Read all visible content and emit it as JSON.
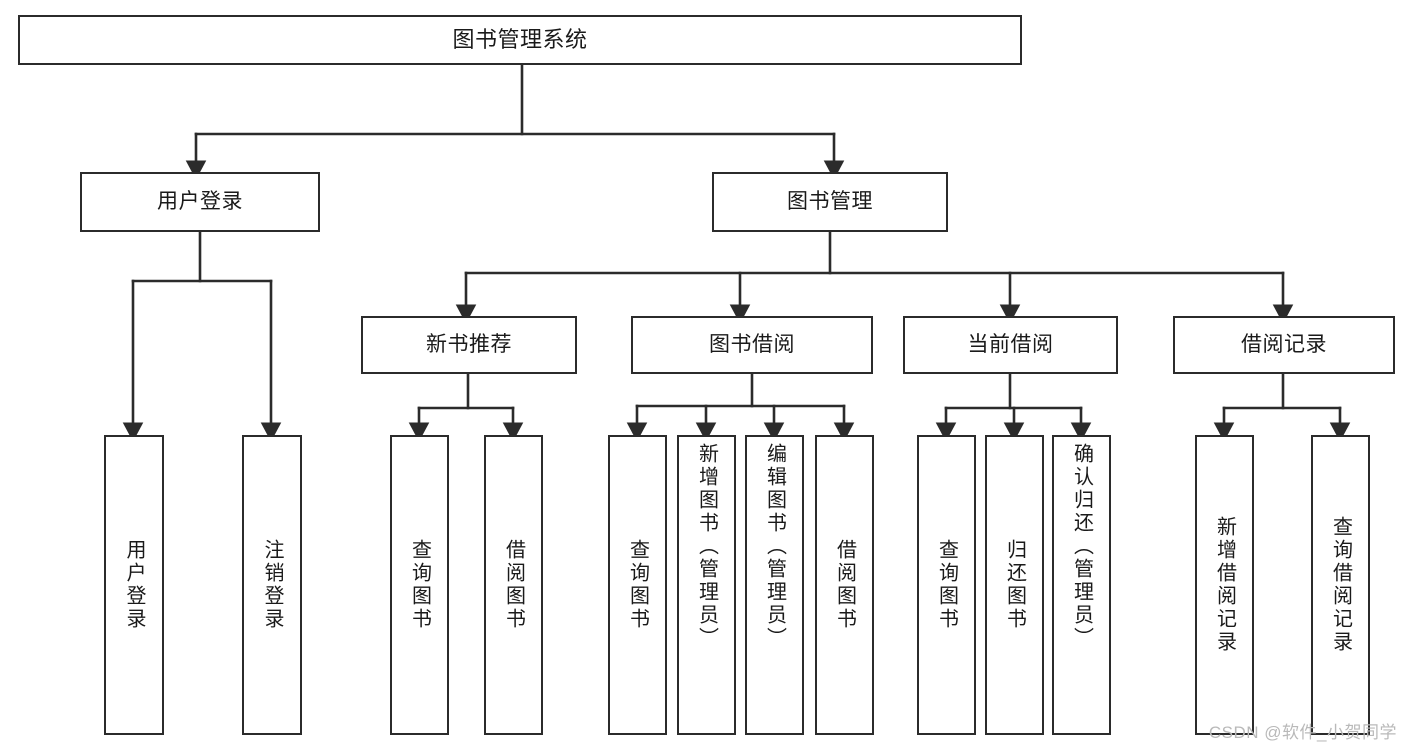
{
  "diagram": {
    "type": "tree-hierarchy",
    "title": "图书管理系统",
    "orientation": "top-down",
    "colors": {
      "node_border": "#2b2b2b",
      "node_fill": "#ffffff",
      "edge": "#2b2b2b",
      "background": "#ffffff",
      "watermark": "#b9b9b9"
    },
    "watermark": "CSDN @软件_小贺同学",
    "nodes": {
      "root": {
        "label": "图书管理系统"
      },
      "level1": [
        {
          "id": "user-login",
          "label": "用户登录"
        },
        {
          "id": "book-manage",
          "label": "图书管理"
        }
      ],
      "level2": [
        {
          "id": "new-book-rec",
          "label": "新书推荐"
        },
        {
          "id": "book-borrow",
          "label": "图书借阅"
        },
        {
          "id": "current-borrow",
          "label": "当前借阅"
        },
        {
          "id": "borrow-record",
          "label": "借阅记录"
        }
      ],
      "leaves": [
        {
          "id": "leaf-user-login",
          "label": "用户登录",
          "parent": "user-login"
        },
        {
          "id": "leaf-logout",
          "label": "注销登录",
          "parent": "user-login"
        },
        {
          "id": "leaf-query-book-1",
          "label": "查询图书",
          "parent": "new-book-rec"
        },
        {
          "id": "leaf-borrow-book-1",
          "label": "借阅图书",
          "parent": "new-book-rec"
        },
        {
          "id": "leaf-query-book-2",
          "label": "查询图书",
          "parent": "book-borrow"
        },
        {
          "id": "leaf-add-book",
          "label": "新增图书（管理员）",
          "parent": "book-borrow"
        },
        {
          "id": "leaf-edit-book",
          "label": "编辑图书（管理员）",
          "parent": "book-borrow"
        },
        {
          "id": "leaf-borrow-book-2",
          "label": "借阅图书",
          "parent": "book-borrow"
        },
        {
          "id": "leaf-query-book-3",
          "label": "查询图书",
          "parent": "current-borrow"
        },
        {
          "id": "leaf-return-book",
          "label": "归还图书",
          "parent": "current-borrow"
        },
        {
          "id": "leaf-confirm-return",
          "label": "确认归还（管理员）",
          "parent": "current-borrow"
        },
        {
          "id": "leaf-add-record",
          "label": "新增借阅记录",
          "parent": "borrow-record"
        },
        {
          "id": "leaf-query-record",
          "label": "查询借阅记录",
          "parent": "borrow-record"
        }
      ]
    }
  }
}
